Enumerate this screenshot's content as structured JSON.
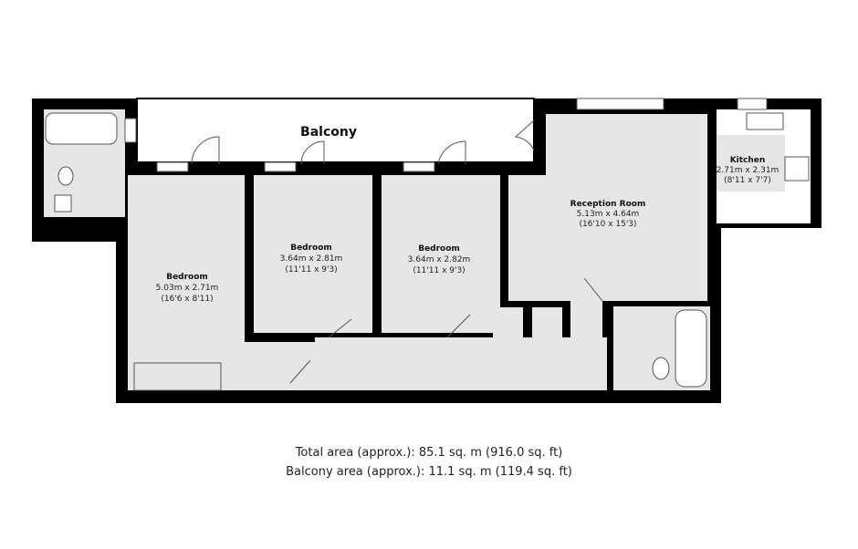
{
  "balcony": {
    "label": "Balcony"
  },
  "rooms": [
    {
      "name": "Bedroom",
      "metric": "5.03m x 2.71m",
      "imperial": "(16'6 x 8'11)"
    },
    {
      "name": "Bedroom",
      "metric": "3.64m x 2.81m",
      "imperial": "(11'11 x 9'3)"
    },
    {
      "name": "Bedroom",
      "metric": "3.64m x 2.82m",
      "imperial": "(11'11 x 9'3)"
    },
    {
      "name": "Reception Room",
      "metric": "5.13m x 4.64m",
      "imperial": "(16'10 x 15'3)"
    },
    {
      "name": "Kitchen",
      "metric": "2.71m x 2.31m",
      "imperial": "(8'11 x 7'7)"
    }
  ],
  "footer": {
    "total_area": "Total area (approx.): 85.1 sq. m (916.0 sq. ft)",
    "balcony_area": "Balcony area (approx.): 11.1 sq. m (119.4 sq. ft)"
  }
}
